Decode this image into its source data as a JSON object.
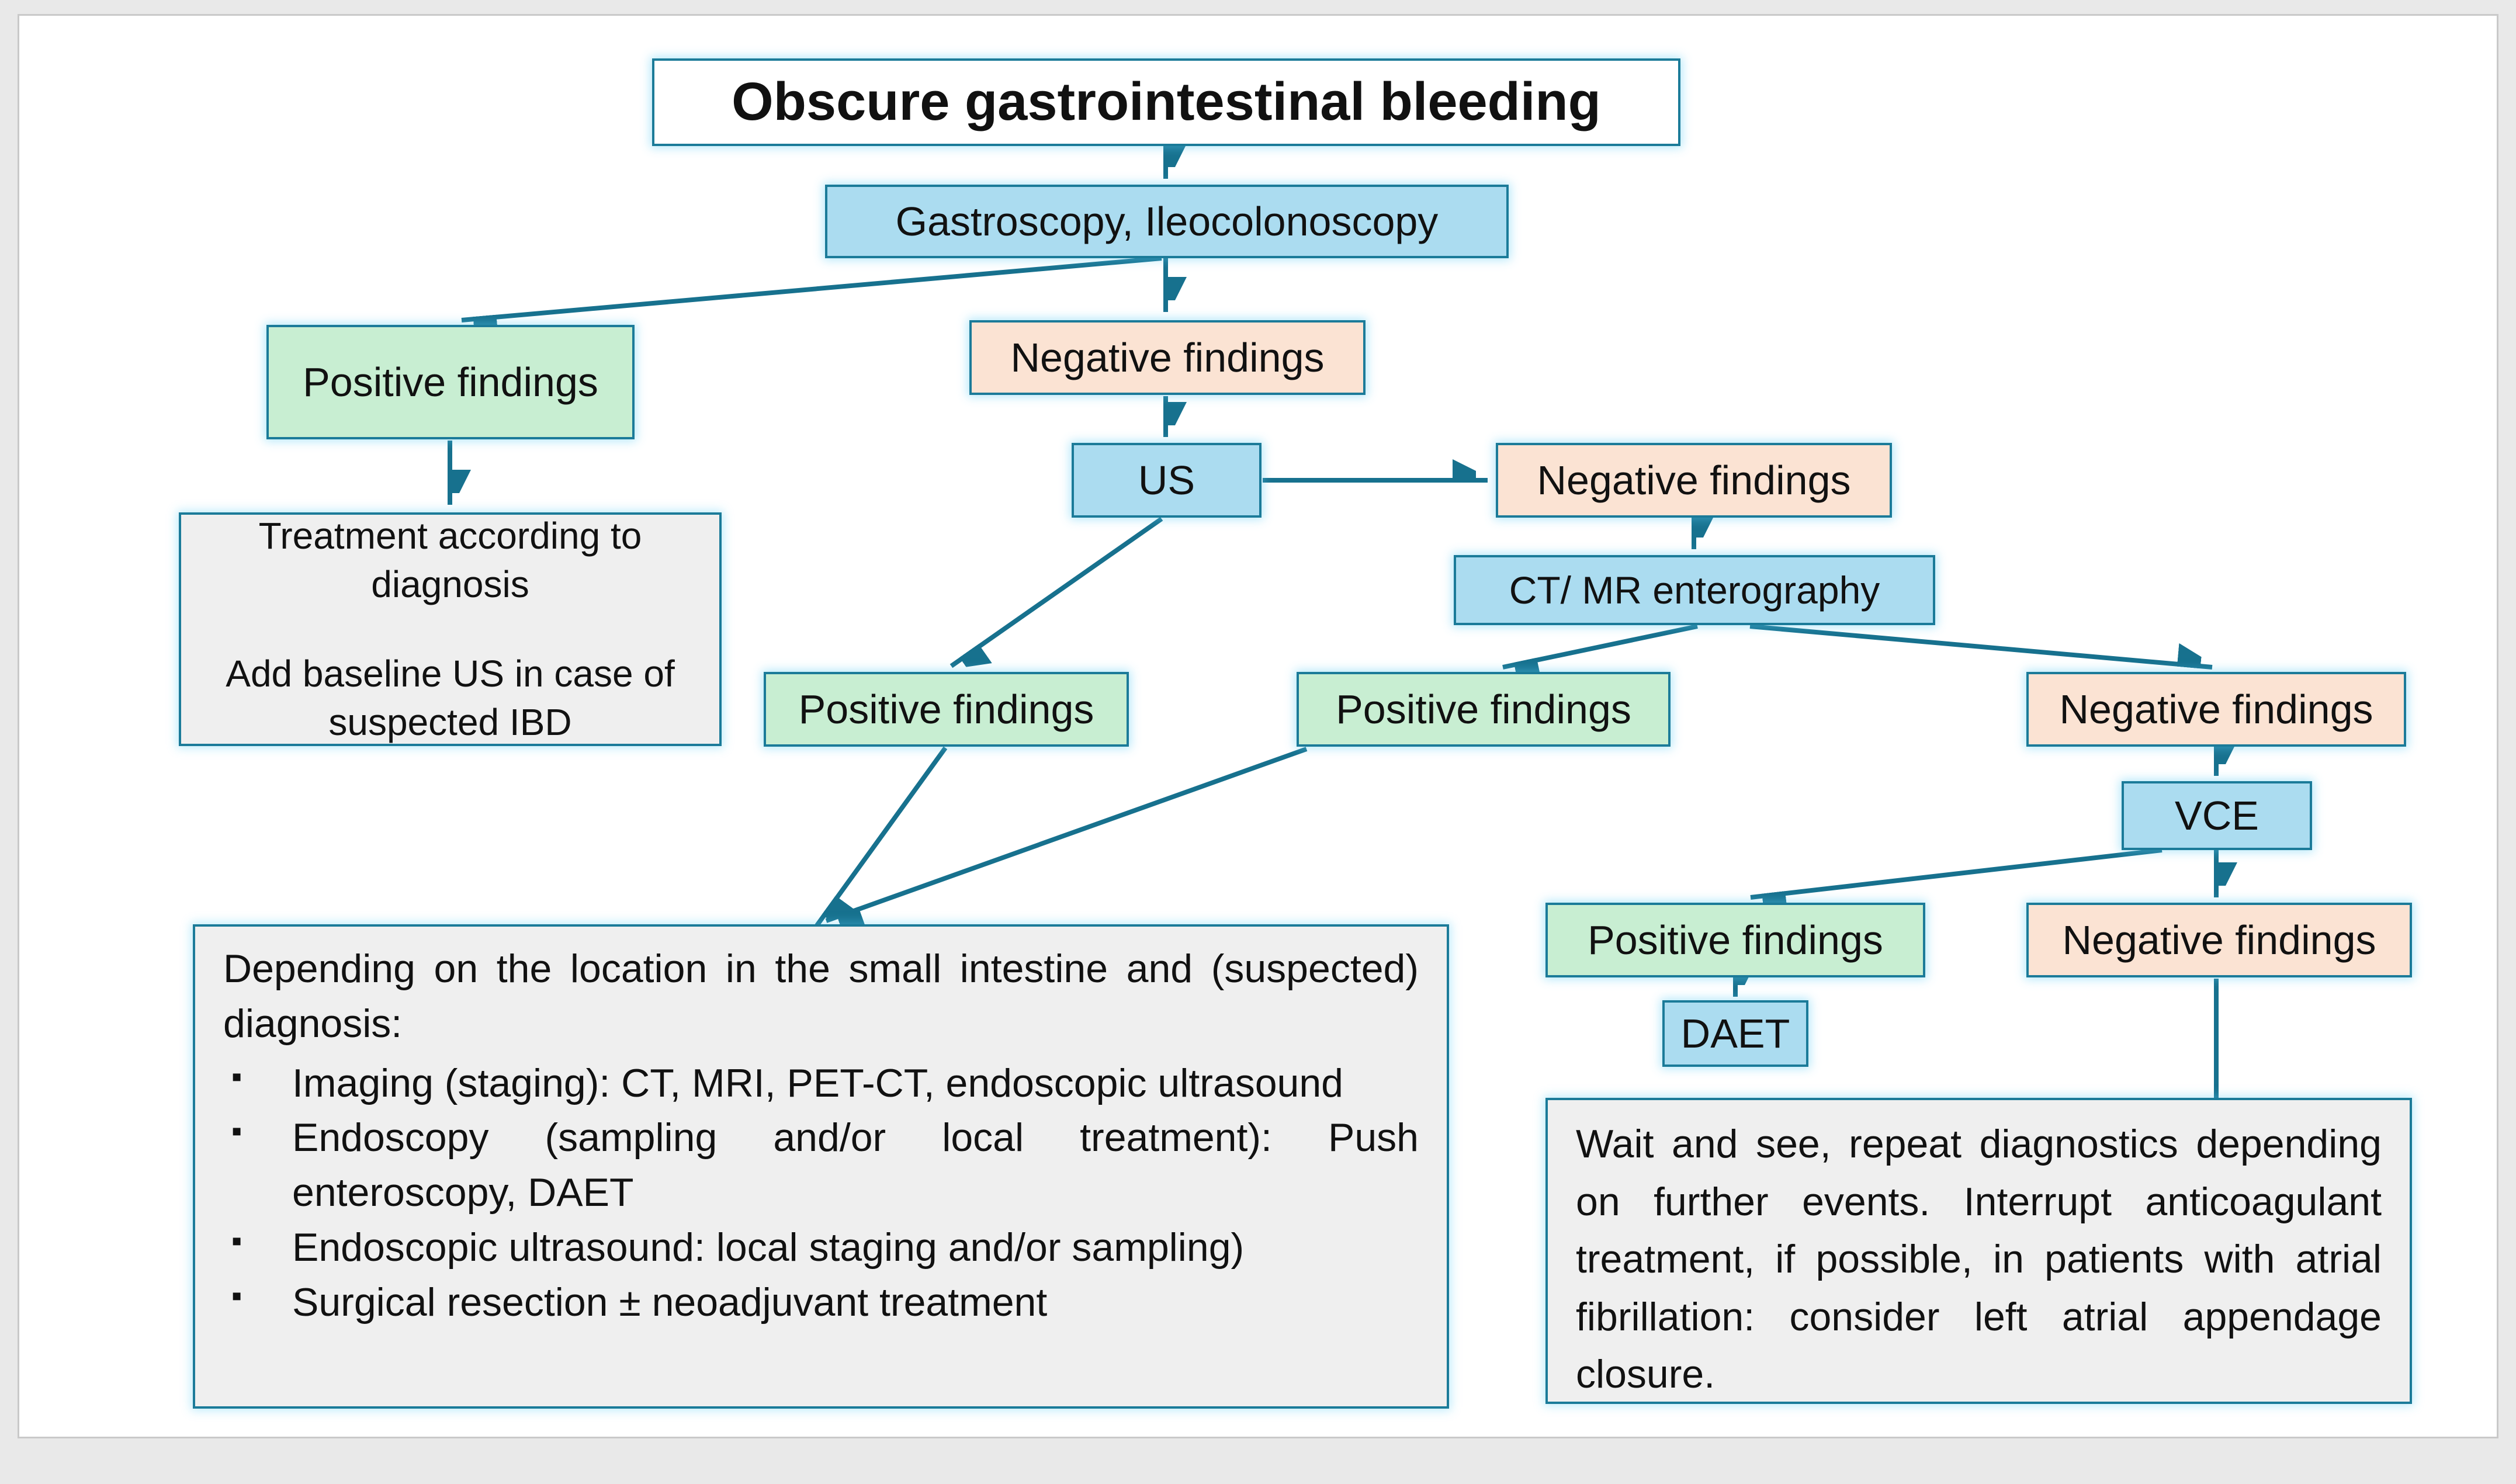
{
  "colors": {
    "light_blue": "#abdcf0",
    "green": "#c8eed2",
    "peach": "#fbe3d3",
    "gray_box": "#efefef",
    "teal_border": "#1b7b99",
    "teal_arrow": "#17718e",
    "text": "#111111",
    "page_background": "#ffffff",
    "outer_background": "#e9e9e9",
    "page_border": "#c9c9c9"
  },
  "nodes": {
    "title": {
      "label": "Obscure gastrointestinal bleeding"
    },
    "gastroscopy": {
      "label": "Gastroscopy, Ileocolonoscopy"
    },
    "pos_after_endoscopy": {
      "label": "Positive findings"
    },
    "neg_after_endoscopy": {
      "label": "Negative findings"
    },
    "treatment": {
      "line1": "Treatment according to diagnosis",
      "line2": "Add baseline US in case of suspected IBD"
    },
    "us": {
      "label": "US"
    },
    "neg_after_us": {
      "label": "Negative findings"
    },
    "ct_mr": {
      "label": "CT/ MR enterography"
    },
    "pos_after_us": {
      "label": "Positive findings"
    },
    "pos_after_ct_mr": {
      "label": "Positive findings"
    },
    "neg_after_ct_mr": {
      "label": "Negative findings"
    },
    "vce": {
      "label": "VCE"
    },
    "pos_after_vce": {
      "label": "Positive findings"
    },
    "neg_after_vce": {
      "label": "Negative findings"
    },
    "daet": {
      "label": "DAET"
    },
    "small_intestine": {
      "intro": "Depending on the location in the small intestine and (suspected) diagnosis:",
      "bullet_char": "▪",
      "bullets": [
        "Imaging (staging): CT, MRI, PET-CT, endoscopic ultrasound",
        "Endoscopy (sampling and/or local treatment): Push enteroscopy, DAET",
        "Endoscopic ultrasound: local staging and/or sampling)",
        "Surgical resection ± neoadjuvant treatment"
      ]
    },
    "wait_and_see": {
      "text": "Wait and see, repeat diagnostics depending on further events. Interrupt anticoagulant treatment, if possible, in patients with atrial fibrillation: consider left atrial appendage closure."
    }
  },
  "edges": [
    [
      1995,
      252,
      1995,
      306
    ],
    [
      1995,
      442,
      1995,
      534
    ],
    [
      1988,
      442,
      790,
      548
    ],
    [
      770,
      754,
      770,
      864
    ],
    [
      1995,
      678,
      1995,
      748
    ],
    [
      2161,
      822,
      2546,
      822
    ],
    [
      2899,
      888,
      2899,
      940
    ],
    [
      1988,
      888,
      1628,
      1140
    ],
    [
      2905,
      1072,
      2572,
      1142
    ],
    [
      2995,
      1072,
      3786,
      1142
    ],
    [
      3793,
      1278,
      3793,
      1328
    ],
    [
      3700,
      1455,
      2996,
      1536
    ],
    [
      3793,
      1455,
      3793,
      1536
    ],
    [
      2970,
      1675,
      2970,
      1706
    ],
    [
      3793,
      1675,
      3793,
      1952
    ],
    [
      1618,
      1280,
      1398,
      1584
    ],
    [
      2236,
      1282,
      1414,
      1576
    ]
  ]
}
